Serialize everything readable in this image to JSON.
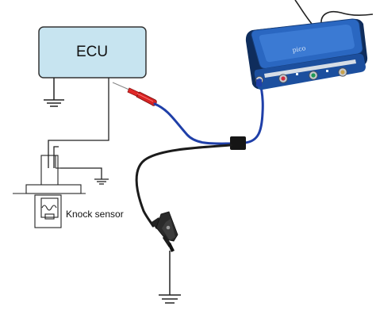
{
  "ecu": {
    "label": "ECU",
    "fill_color": "#c7e4f0",
    "border_color": "#333333"
  },
  "sensor": {
    "label": "Knock sensor"
  },
  "scope": {
    "brand": "pico",
    "body_color": "#2a67c1",
    "channel_colors": [
      "#1f5fd1",
      "#d22a3d",
      "#1f9a55",
      "#c9a24b"
    ]
  },
  "probe": {
    "tip_color": "#d62222",
    "cable_color": "#1f3fa8",
    "ground_lead_color": "#1b1b1b",
    "clip_color": "#222222"
  },
  "icons": [
    "ground-symbol",
    "ground-symbol",
    "ground-symbol",
    "ground-symbol"
  ]
}
